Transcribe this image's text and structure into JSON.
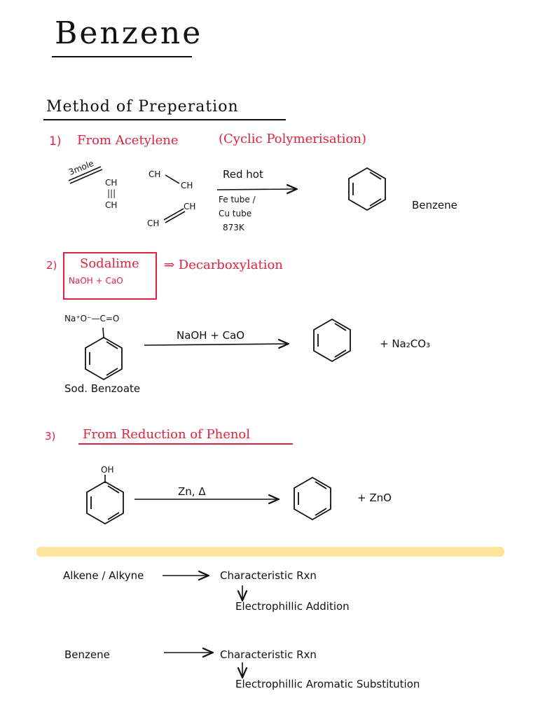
{
  "title": "Benzene",
  "section_title": "Method of Preperation",
  "method1": {
    "number": "1)",
    "heading": "From Acetylene",
    "subheading": "(Cyclic Polymerisation)",
    "mole_label": "3mole",
    "ch_a": "CH",
    "triple": "|||",
    "ch_b": "CH",
    "ch_c": "CH",
    "ch_d": "CH",
    "ch_e": "CH",
    "ch_f": "CH",
    "cond_top": "Red hot",
    "cond_1": "Fe tube /",
    "cond_2": "Cu tube",
    "cond_3": "873K",
    "product": "Benzene"
  },
  "method2": {
    "number": "2)",
    "heading": "Sodalime",
    "reagent": "NaOH + CaO",
    "arrow_text": "⇒ Decarboxylation",
    "substituent": "Na⁺O⁻—C=O",
    "cond": "NaOH + CaO",
    "byproduct": "+ Na₂CO₃",
    "reactant_name": "Sod. Benzoate"
  },
  "method3": {
    "number": "3)",
    "heading": "From Reduction of Phenol",
    "substituent": "OH",
    "cond": "Zn, Δ",
    "byproduct": "+ ZnO"
  },
  "notes": {
    "row1_left": "Alkene / Alkyne",
    "row1_right": "Characteristic Rxn",
    "row1_down": "Electrophillic Addition",
    "row2_left": "Benzene",
    "row2_right": "Characteristic Rxn",
    "row2_down": "Electrophillic Aromatic Substitution"
  },
  "colors": {
    "ink": "#111111",
    "accent": "#e0223f",
    "highlight": "#fde49b"
  }
}
